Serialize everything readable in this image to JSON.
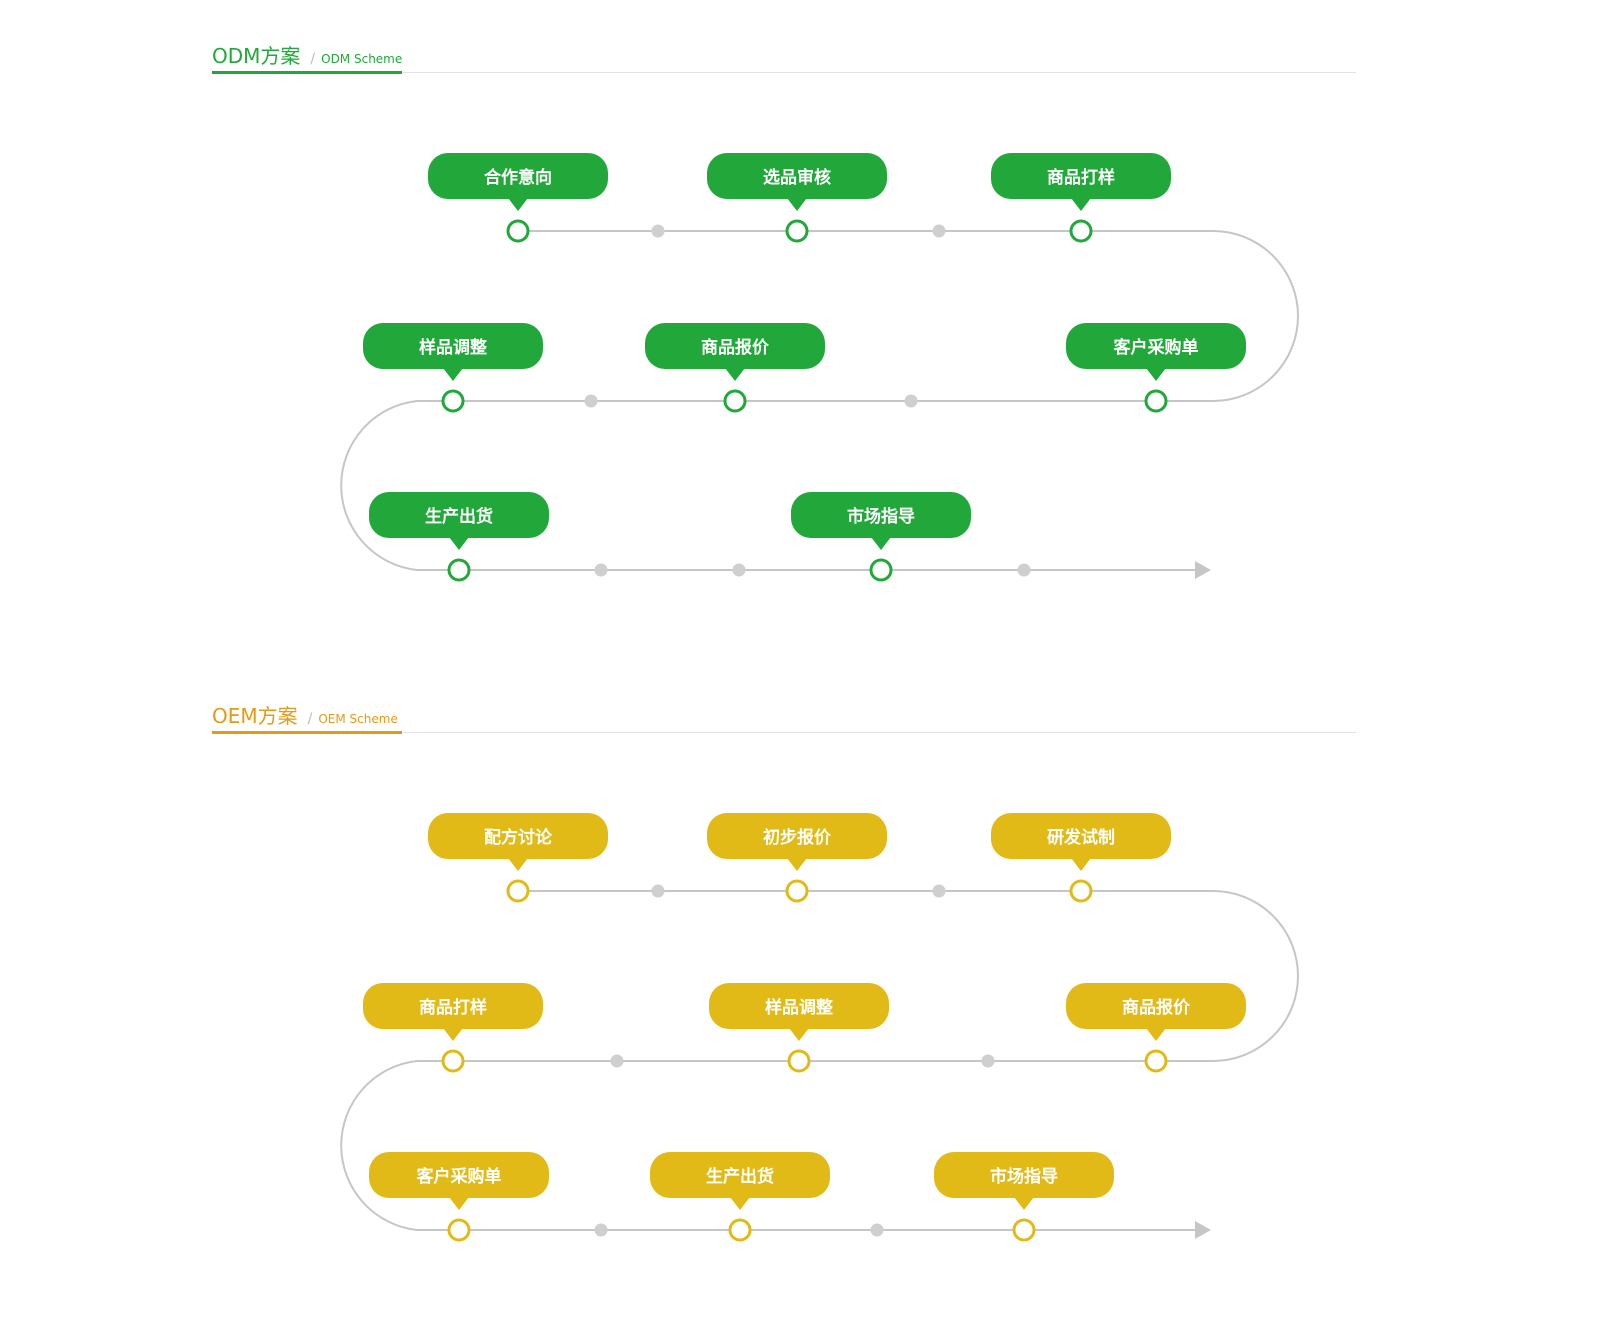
{
  "sections": [
    {
      "id": "odm",
      "title": "ODM方案",
      "subtitle": "ODM Scheme",
      "color": "#22a83a",
      "steps": [
        "合作意向",
        "选品审核",
        "商品打样",
        "样品调整",
        "商品报价",
        "客户采购单",
        "生产出货",
        "市场指导"
      ]
    },
    {
      "id": "oem",
      "title": "OEM方案",
      "subtitle": "OEM Scheme",
      "color": "#e2ba17",
      "title_color": "#e29b17",
      "steps": [
        "配方讨论",
        "初步报价",
        "研发试制",
        "商品打样",
        "样品调整",
        "商品报价",
        "客户采购单",
        "生产出货",
        "市场指导"
      ]
    }
  ]
}
